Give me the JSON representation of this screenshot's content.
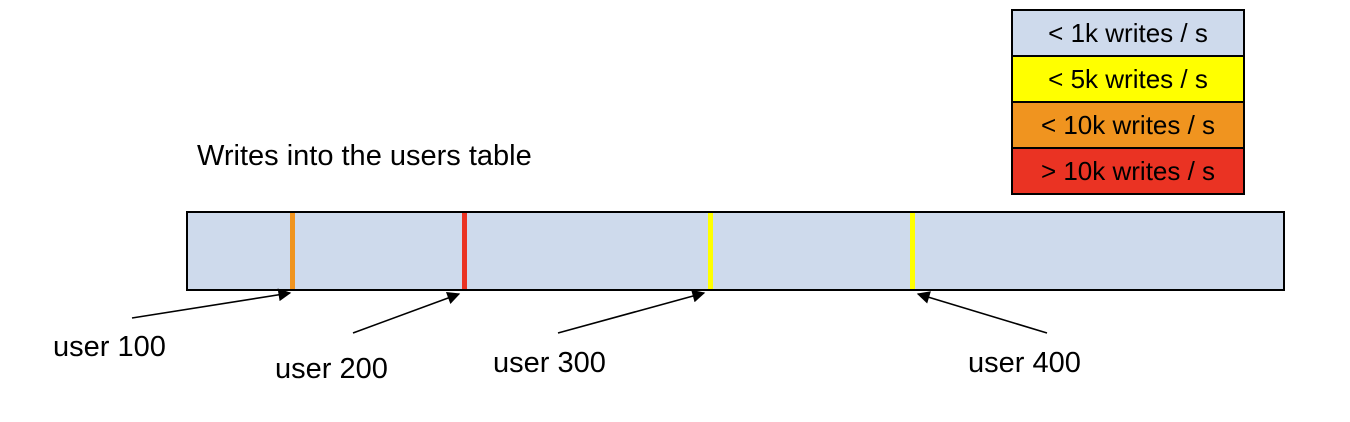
{
  "title": "Writes into the users table",
  "colors": {
    "bar_fill": "#CEDAEC",
    "yellow": "#FFFF00",
    "orange": "#F0941F",
    "red": "#EA3323",
    "border": "#000000"
  },
  "legend": {
    "items": [
      {
        "label": "< 1k writes / s",
        "color": "#CEDAEC"
      },
      {
        "label": "< 5k writes / s",
        "color": "#FFFF00"
      },
      {
        "label": "< 10k writes / s",
        "color": "#F0941F"
      },
      {
        "label": "> 10k writes / s",
        "color": "#EA3323"
      }
    ]
  },
  "bar": {
    "fill": "#CEDAEC",
    "ticks": [
      {
        "user": "user 100",
        "rate": "< 10k writes / s",
        "color": "#F0941F"
      },
      {
        "user": "user 200",
        "rate": "> 10k writes / s",
        "color": "#EA3323"
      },
      {
        "user": "user 300",
        "rate": "< 5k writes / s",
        "color": "#FFFF00"
      },
      {
        "user": "user 400",
        "rate": "< 5k writes / s",
        "color": "#FFFF00"
      }
    ]
  },
  "labels": [
    {
      "text": "user 100"
    },
    {
      "text": "user 200"
    },
    {
      "text": "user 300"
    },
    {
      "text": "user 400"
    }
  ]
}
